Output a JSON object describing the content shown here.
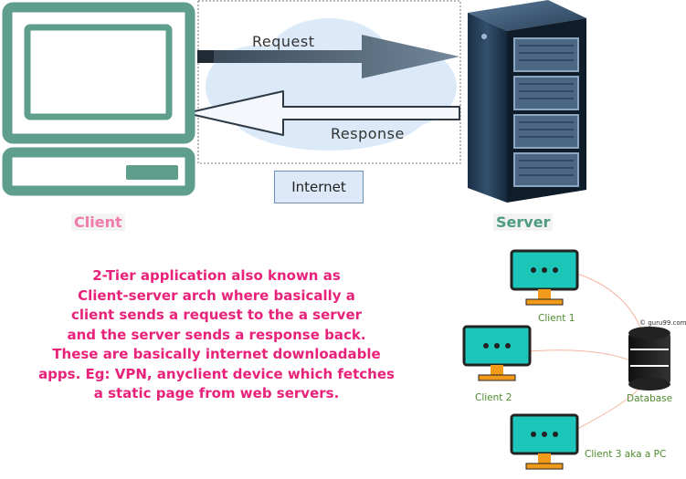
{
  "labels": {
    "request": "Request",
    "response": "Response",
    "internet": "Internet",
    "client": "Client",
    "server": "Server"
  },
  "description": "2-Tier application also known as\nClient-server arch where basically a\nclient sends a request to the a server\nand the server sends a response back.\nThese are basically internet downloadable\napps. Eg: VPN, anyclient device which fetches\na static page from web servers.",
  "mini_diagram": {
    "nodes": [
      "Client 1",
      "Client 2",
      "Client 3 aka a PC",
      "Database"
    ],
    "copyright": "© guru99.com"
  },
  "colors": {
    "monitor": "#5f9e8d",
    "cloud": "#dbe9f8",
    "client_label": "#f07aa8",
    "server_label": "#4e9a82",
    "description": "#e8227a",
    "mini_screen": "#1cc6b8",
    "mini_stand": "#f29a1a",
    "mini_label": "#4e8a2e"
  }
}
